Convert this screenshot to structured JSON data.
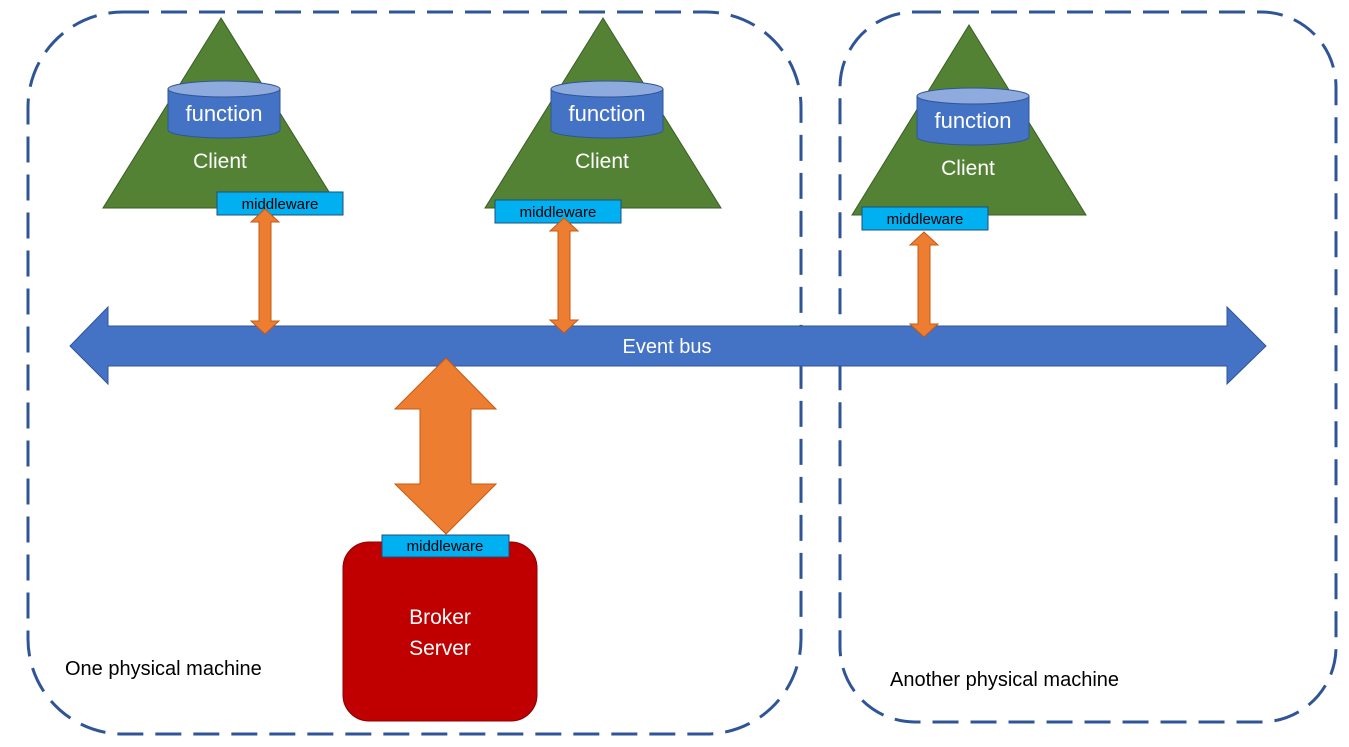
{
  "machines": [
    {
      "label": "One physical machine"
    },
    {
      "label": "Another physical machine"
    }
  ],
  "clients": [
    {
      "label": "Client",
      "function_label": "function",
      "middleware_label": "middleware"
    },
    {
      "label": "Client",
      "function_label": "function",
      "middleware_label": "middleware"
    },
    {
      "label": "Client",
      "function_label": "function",
      "middleware_label": "middleware"
    }
  ],
  "event_bus": {
    "label": "Event bus"
  },
  "broker": {
    "line1": "Broker",
    "line2": "Server",
    "middleware_label": "middleware"
  },
  "colors": {
    "machine_border": "#2F5597",
    "client": "#548235",
    "client_border": "#3B5E24",
    "function": "#4472C4",
    "function_top": "#8FAADC",
    "middleware": "#00B0F0",
    "event_bus": "#4472C4",
    "connector": "#ED7D31",
    "broker": "#C00000",
    "white_text": "#FFFFFF",
    "dark_text": "#000000"
  }
}
